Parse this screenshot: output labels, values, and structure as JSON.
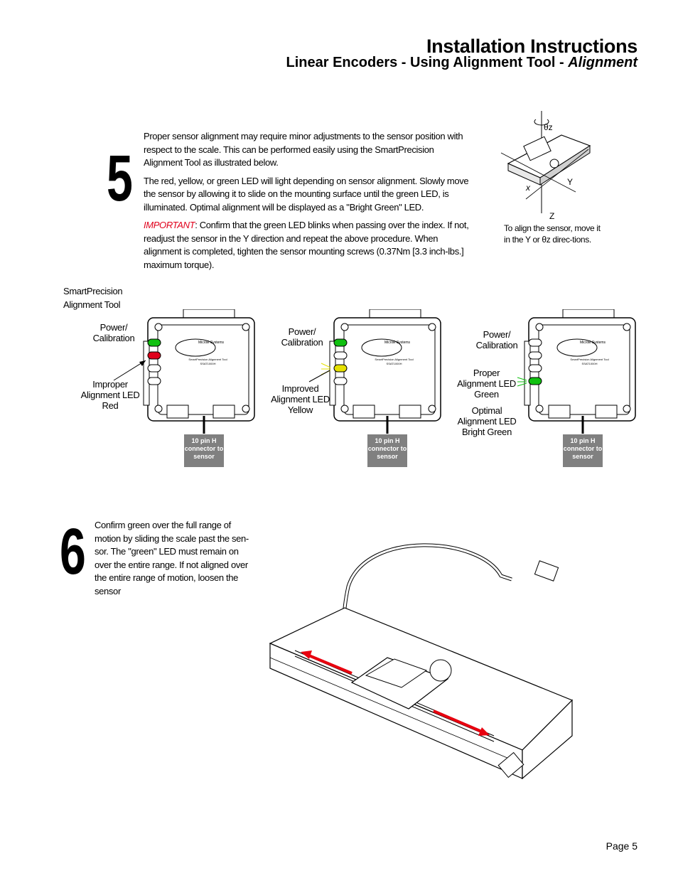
{
  "header": {
    "title": "Installation Instructions",
    "subtitle_main": "Linear Encoders - Using Alignment Tool - ",
    "subtitle_italic": "Alignment"
  },
  "step5": {
    "number": "5",
    "para1": "Proper sensor alignment may require minor adjustments to the sensor position with respect to the scale. This can be performed easily using the SmartPrecision Alignment Tool as illustrated below.",
    "para2": "The red, yellow, or green LED will light depending on sensor alignment. Slowly move the sensor by allowing it to slide on the mounting surface until the green LED, is illuminated. Optimal alignment will be displayed as a \"Bright Green\" LED.",
    "important_label": "IMPORTANT",
    "important_text": ": Confirm that the green LED blinks when passing over the index. If not, readjust the sensor in the Y direction and repeat the above procedure. When alignment is completed, tighten the sensor mounting screws (0.37Nm [3.3 inch-lbs.] maximum torque).",
    "axis_theta": "θz",
    "axis_x": "x",
    "axis_y": "Y",
    "axis_z": "Z",
    "align_note_1": "To align the sensor, move it in the Y or",
    "align_note_theta": "θz",
    "align_note_2": "direc-tions."
  },
  "tool_caption": "SmartPrecision Alignment Tool",
  "tools": [
    {
      "power_label": "Power/ Calibration",
      "status_label": "Improper Alignment LED Red",
      "extra_label": "",
      "connector": "10 pin H connector to sensor",
      "led_color": "#e0001b"
    },
    {
      "power_label": "Power/ Calibration",
      "status_label": "Improved Alignment LED Yellow",
      "extra_label": "",
      "connector": "10 pin H connector to sensor",
      "led_color": "#e5e000"
    },
    {
      "power_label": "Power/ Calibration",
      "status_label": "Proper Alignment LED Green",
      "extra_label": "Optimal Alignment LED Bright Green",
      "connector": "10 pin H connector to sensor",
      "led_color": "#10c010"
    }
  ],
  "device_text": {
    "brand": "MicroE Systems",
    "product": "SmartPrecision Alignment Tool SSAT1000H"
  },
  "step6": {
    "number": "6",
    "text": "Confirm green over the full range of motion by sliding the scale past the sen-sor. The \"green\" LED must remain on over the entire range. If not aligned over the entire range of motion, loosen the sensor"
  },
  "footer": {
    "page": "Page 5"
  },
  "colors": {
    "accent_red": "#e0001b",
    "arrow_red": "#e8000f",
    "connector_gray": "#808080"
  }
}
